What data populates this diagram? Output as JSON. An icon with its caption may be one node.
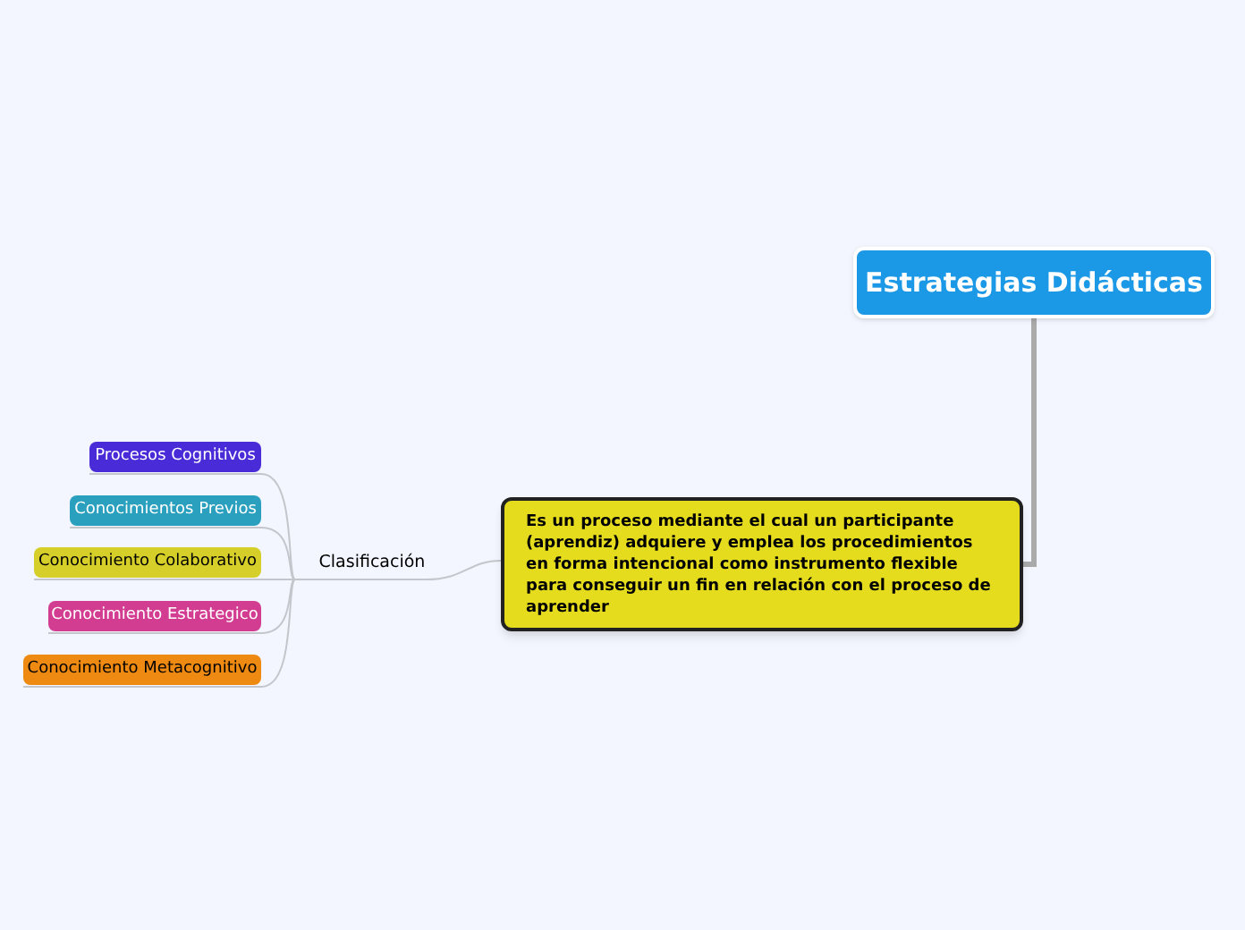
{
  "diagram": {
    "nodes": [
      {
        "text": [
          "Estrategias Didácticas"
        ]
      },
      {
        "text": [
          "Es un proceso mediante el cual un participante (aprendiz) adquiere y emplea los procedimientos en forma intencional como instrumento flexible para conseguir un fin en relación con el proceso de aprender"
        ]
      },
      {
        "text": [
          "Clasificación"
        ]
      },
      {
        "text": [
          "Procesos Cognitivos"
        ]
      },
      {
        "text": [
          "Conocimientos Previos"
        ]
      },
      {
        "text": [
          "Conocimiento Colaborativo"
        ]
      },
      {
        "text": [
          "Conocimiento Estrategico"
        ]
      },
      {
        "text": [
          "Conocimiento Metacognitivo"
        ]
      }
    ],
    "edges": [
      {
        "from": 0,
        "to": 1,
        "arrow": "none",
        "style": "thick"
      },
      {
        "from": 1,
        "to": 2,
        "arrow": "none"
      },
      {
        "from": 2,
        "to": 3,
        "arrow": "none"
      },
      {
        "from": 2,
        "to": 4,
        "arrow": "none"
      },
      {
        "from": 2,
        "to": 5,
        "arrow": "none"
      },
      {
        "from": 2,
        "to": 6,
        "arrow": "none"
      },
      {
        "from": 2,
        "to": 7,
        "arrow": "none"
      }
    ]
  }
}
